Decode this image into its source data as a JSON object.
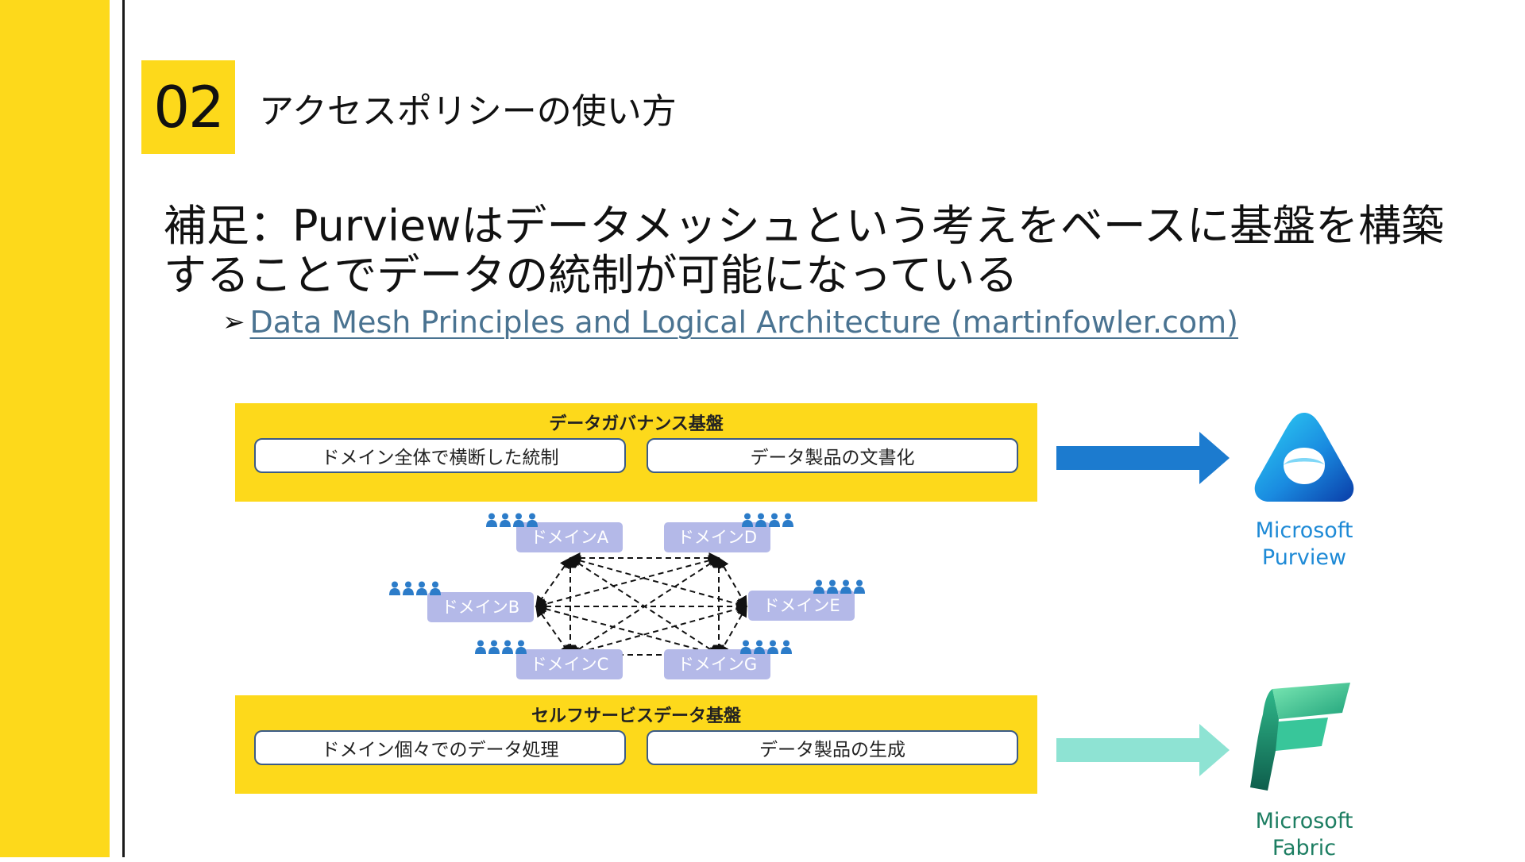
{
  "section": {
    "number": "02",
    "title": "アクセスポリシーの使い方"
  },
  "headline": {
    "line1": "補足：Purviewはデータメッシュという考えをベースに基盤を構築",
    "line2": "することでデータの統制が可能になっている"
  },
  "reference": {
    "marker": "➢",
    "link_text": "Data Mesh Principles and Logical Architecture (martinfowler.com)"
  },
  "governance": {
    "title": "データガバナンス基盤",
    "left": "ドメイン全体で横断した統制",
    "right": "データ製品の文書化"
  },
  "selfservice": {
    "title": "セルフサービスデータ基盤",
    "left": "ドメイン個々でのデータ処理",
    "right": "データ製品の生成"
  },
  "domains": {
    "a": "ドメインA",
    "b": "ドメインB",
    "c": "ドメインC",
    "d": "ドメインD",
    "e": "ドメインE",
    "g": "ドメインG"
  },
  "purview": {
    "line1": "Microsoft",
    "line2": "Purview",
    "color": "#1E8AD6"
  },
  "fabric": {
    "line1": "Microsoft",
    "line2": "Fabric",
    "color": "#1D7E62"
  },
  "colors": {
    "accent_yellow": "#FDD91B",
    "link": "#4A7391",
    "arrow_blue": "#1C7BCF",
    "arrow_teal": "#8EE3D3",
    "domain_box": "#B4B9E8",
    "people": "#2C7CC9"
  },
  "icons": [
    "people-icon",
    "purview-logo-icon",
    "fabric-logo-icon",
    "arrow-right-icon"
  ]
}
